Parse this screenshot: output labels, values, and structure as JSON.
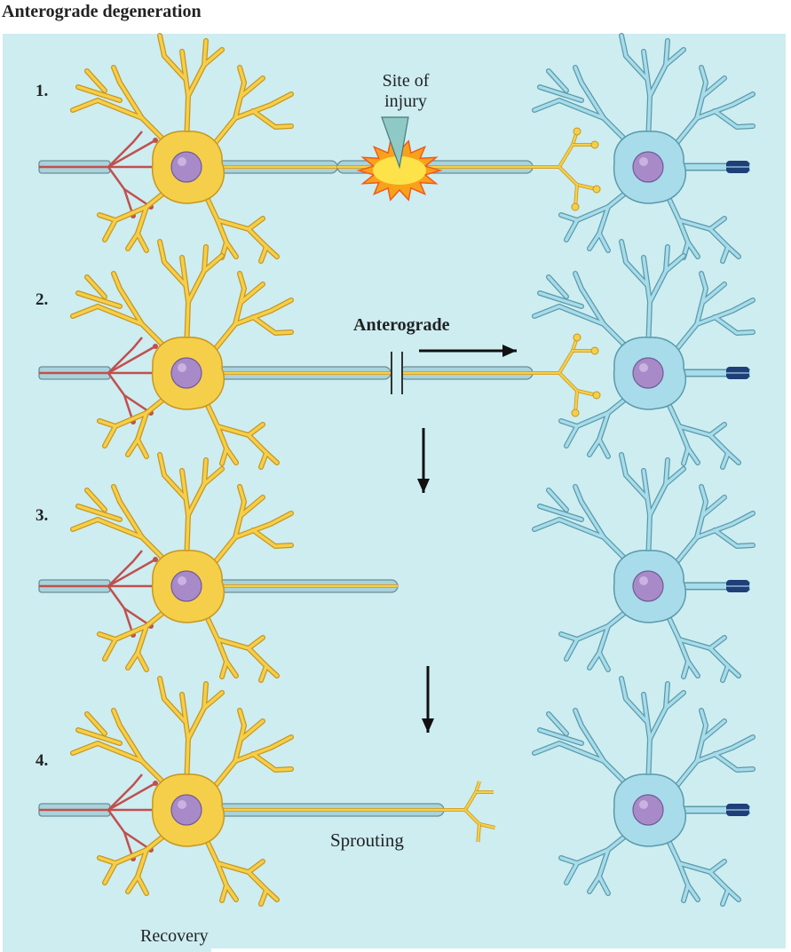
{
  "title": "Anterograde degeneration",
  "steps": [
    "1.",
    "2.",
    "3.",
    "4."
  ],
  "labels": {
    "injury_line1": "Site of",
    "injury_line2": "injury",
    "anterograde": "Anterograde",
    "sprouting": "Sprouting",
    "recovery": "Recovery"
  },
  "colors": {
    "background": "#cdedf1",
    "presynaptic_neuron": "#f6cf4a",
    "postsynaptic_neuron": "#a8dcea",
    "nucleus": "#a98ac9",
    "input_fiber": "#c0504d",
    "myelin": "#a9d3dc",
    "injury": "#f7a21b"
  }
}
